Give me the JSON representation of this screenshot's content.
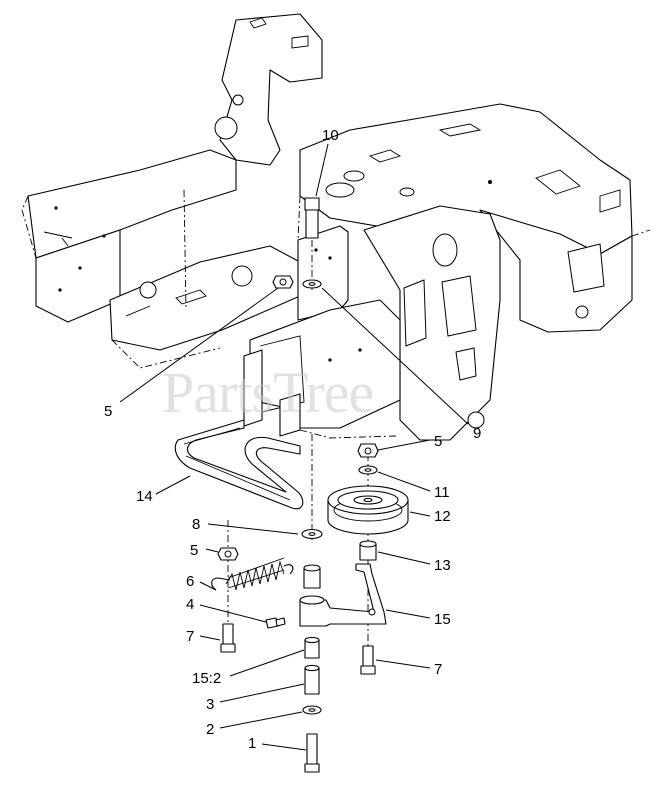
{
  "watermark": "PartsTree",
  "callouts": [
    {
      "id": "c10",
      "text": "10"
    },
    {
      "id": "c5a",
      "text": "5"
    },
    {
      "id": "c9",
      "text": "9"
    },
    {
      "id": "c5b",
      "text": "5"
    },
    {
      "id": "c11",
      "text": "11"
    },
    {
      "id": "c12",
      "text": "12"
    },
    {
      "id": "c14",
      "text": "14"
    },
    {
      "id": "c8",
      "text": "8"
    },
    {
      "id": "c5c",
      "text": "5"
    },
    {
      "id": "c13",
      "text": "13"
    },
    {
      "id": "c6",
      "text": "6"
    },
    {
      "id": "c4",
      "text": "4"
    },
    {
      "id": "c15",
      "text": "15"
    },
    {
      "id": "c7a",
      "text": "7"
    },
    {
      "id": "c15_2",
      "text": "15:2"
    },
    {
      "id": "c7b",
      "text": "7"
    },
    {
      "id": "c3",
      "text": "3"
    },
    {
      "id": "c2",
      "text": "2"
    },
    {
      "id": "c1",
      "text": "1"
    }
  ]
}
